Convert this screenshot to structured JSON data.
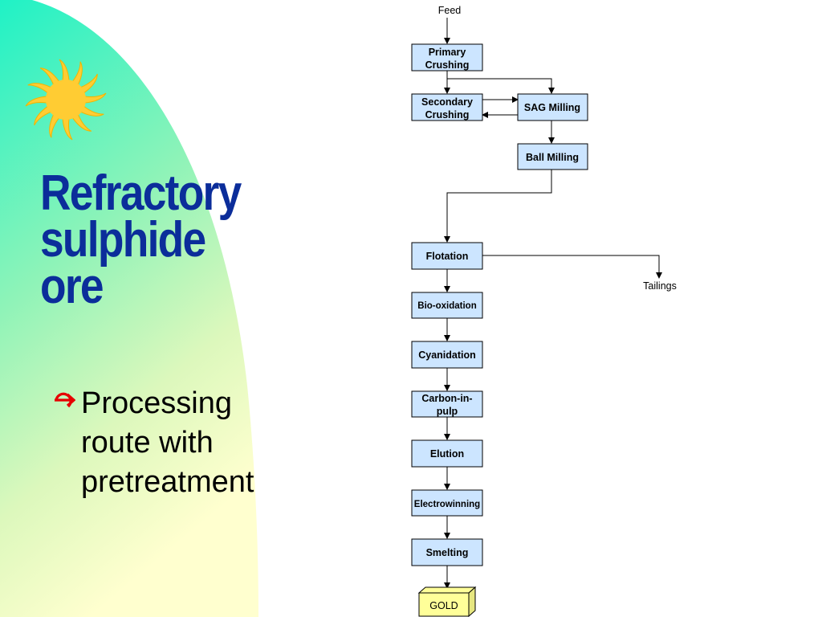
{
  "title": {
    "line1": "Refractory",
    "line2": "sulphide",
    "line3": "ore"
  },
  "bullet": {
    "icon": "curved-arrow-bullet",
    "line1": "Processing",
    "line2": "route with",
    "line3": "pretreatment"
  },
  "flowchart": {
    "feed": "Feed",
    "primary_crushing": [
      "Primary",
      "Crushing"
    ],
    "secondary_crushing": [
      "Secondary",
      "Crushing"
    ],
    "sag_milling": "SAG Milling",
    "ball_milling": "Ball Milling",
    "flotation": "Flotation",
    "tailings": "Tailings",
    "bio_oxidation": "Bio-oxidation",
    "cyanidation": "Cyanidation",
    "carbon_in_pulp": [
      "Carbon-in-",
      "pulp"
    ],
    "elution": "Elution",
    "electrowinning": "Electrowinning",
    "smelting": "Smelting",
    "gold": "GOLD"
  },
  "colors": {
    "title": "#0b2d9a",
    "box_fill": "#cce5ff",
    "gold_fill": "#ffff99",
    "sun": "#ffcc33",
    "bullet_arrow": "#e60000",
    "panel_top": "#26f0c8",
    "panel_bottom": "#ffffcc"
  }
}
